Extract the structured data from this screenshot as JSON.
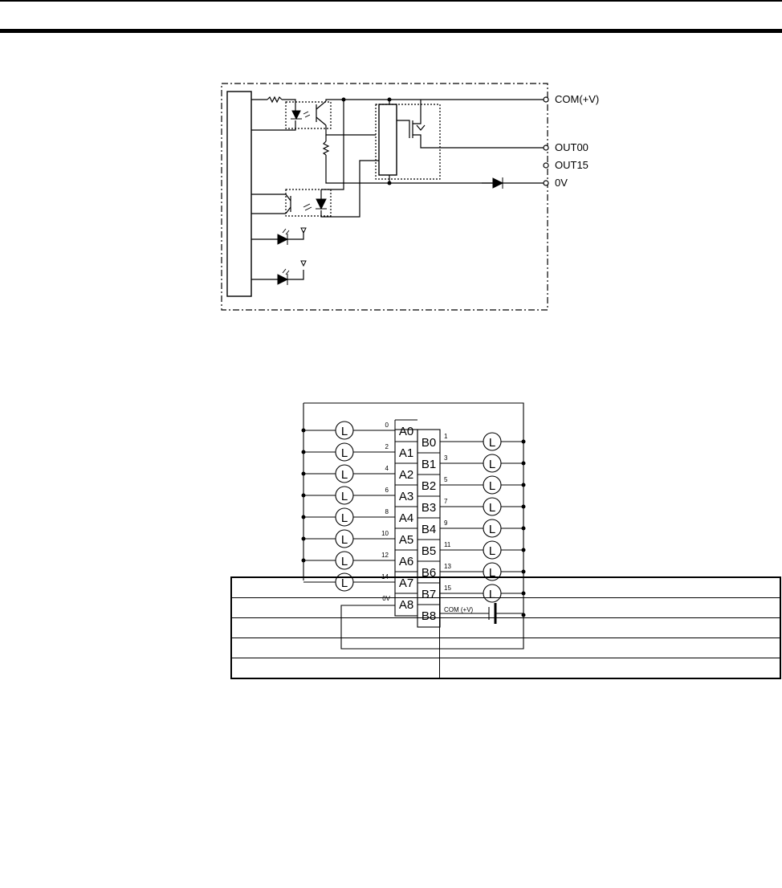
{
  "circuit": {
    "terminals": [
      "COM(+V)",
      "OUT00",
      "OUT15",
      "0V"
    ]
  },
  "wiring": {
    "a_terminals": [
      {
        "name": "A0",
        "wire": "0"
      },
      {
        "name": "A1",
        "wire": "2"
      },
      {
        "name": "A2",
        "wire": "4"
      },
      {
        "name": "A3",
        "wire": "6"
      },
      {
        "name": "A4",
        "wire": "8"
      },
      {
        "name": "A5",
        "wire": "10"
      },
      {
        "name": "A6",
        "wire": "12"
      },
      {
        "name": "A7",
        "wire": "14"
      },
      {
        "name": "A8",
        "wire": "0V"
      }
    ],
    "b_terminals": [
      {
        "name": "B0",
        "wire": "1"
      },
      {
        "name": "B1",
        "wire": "3"
      },
      {
        "name": "B2",
        "wire": "5"
      },
      {
        "name": "B3",
        "wire": "7"
      },
      {
        "name": "B4",
        "wire": "9"
      },
      {
        "name": "B5",
        "wire": "11"
      },
      {
        "name": "B6",
        "wire": "13"
      },
      {
        "name": "B7",
        "wire": "15"
      },
      {
        "name": "B8",
        "wire": "COM  (+V)"
      }
    ],
    "load_symbol": "L"
  },
  "table": {
    "rows": [
      [
        "",
        ""
      ],
      [
        "",
        ""
      ],
      [
        "",
        ""
      ],
      [
        "",
        ""
      ],
      [
        "",
        ""
      ]
    ]
  }
}
